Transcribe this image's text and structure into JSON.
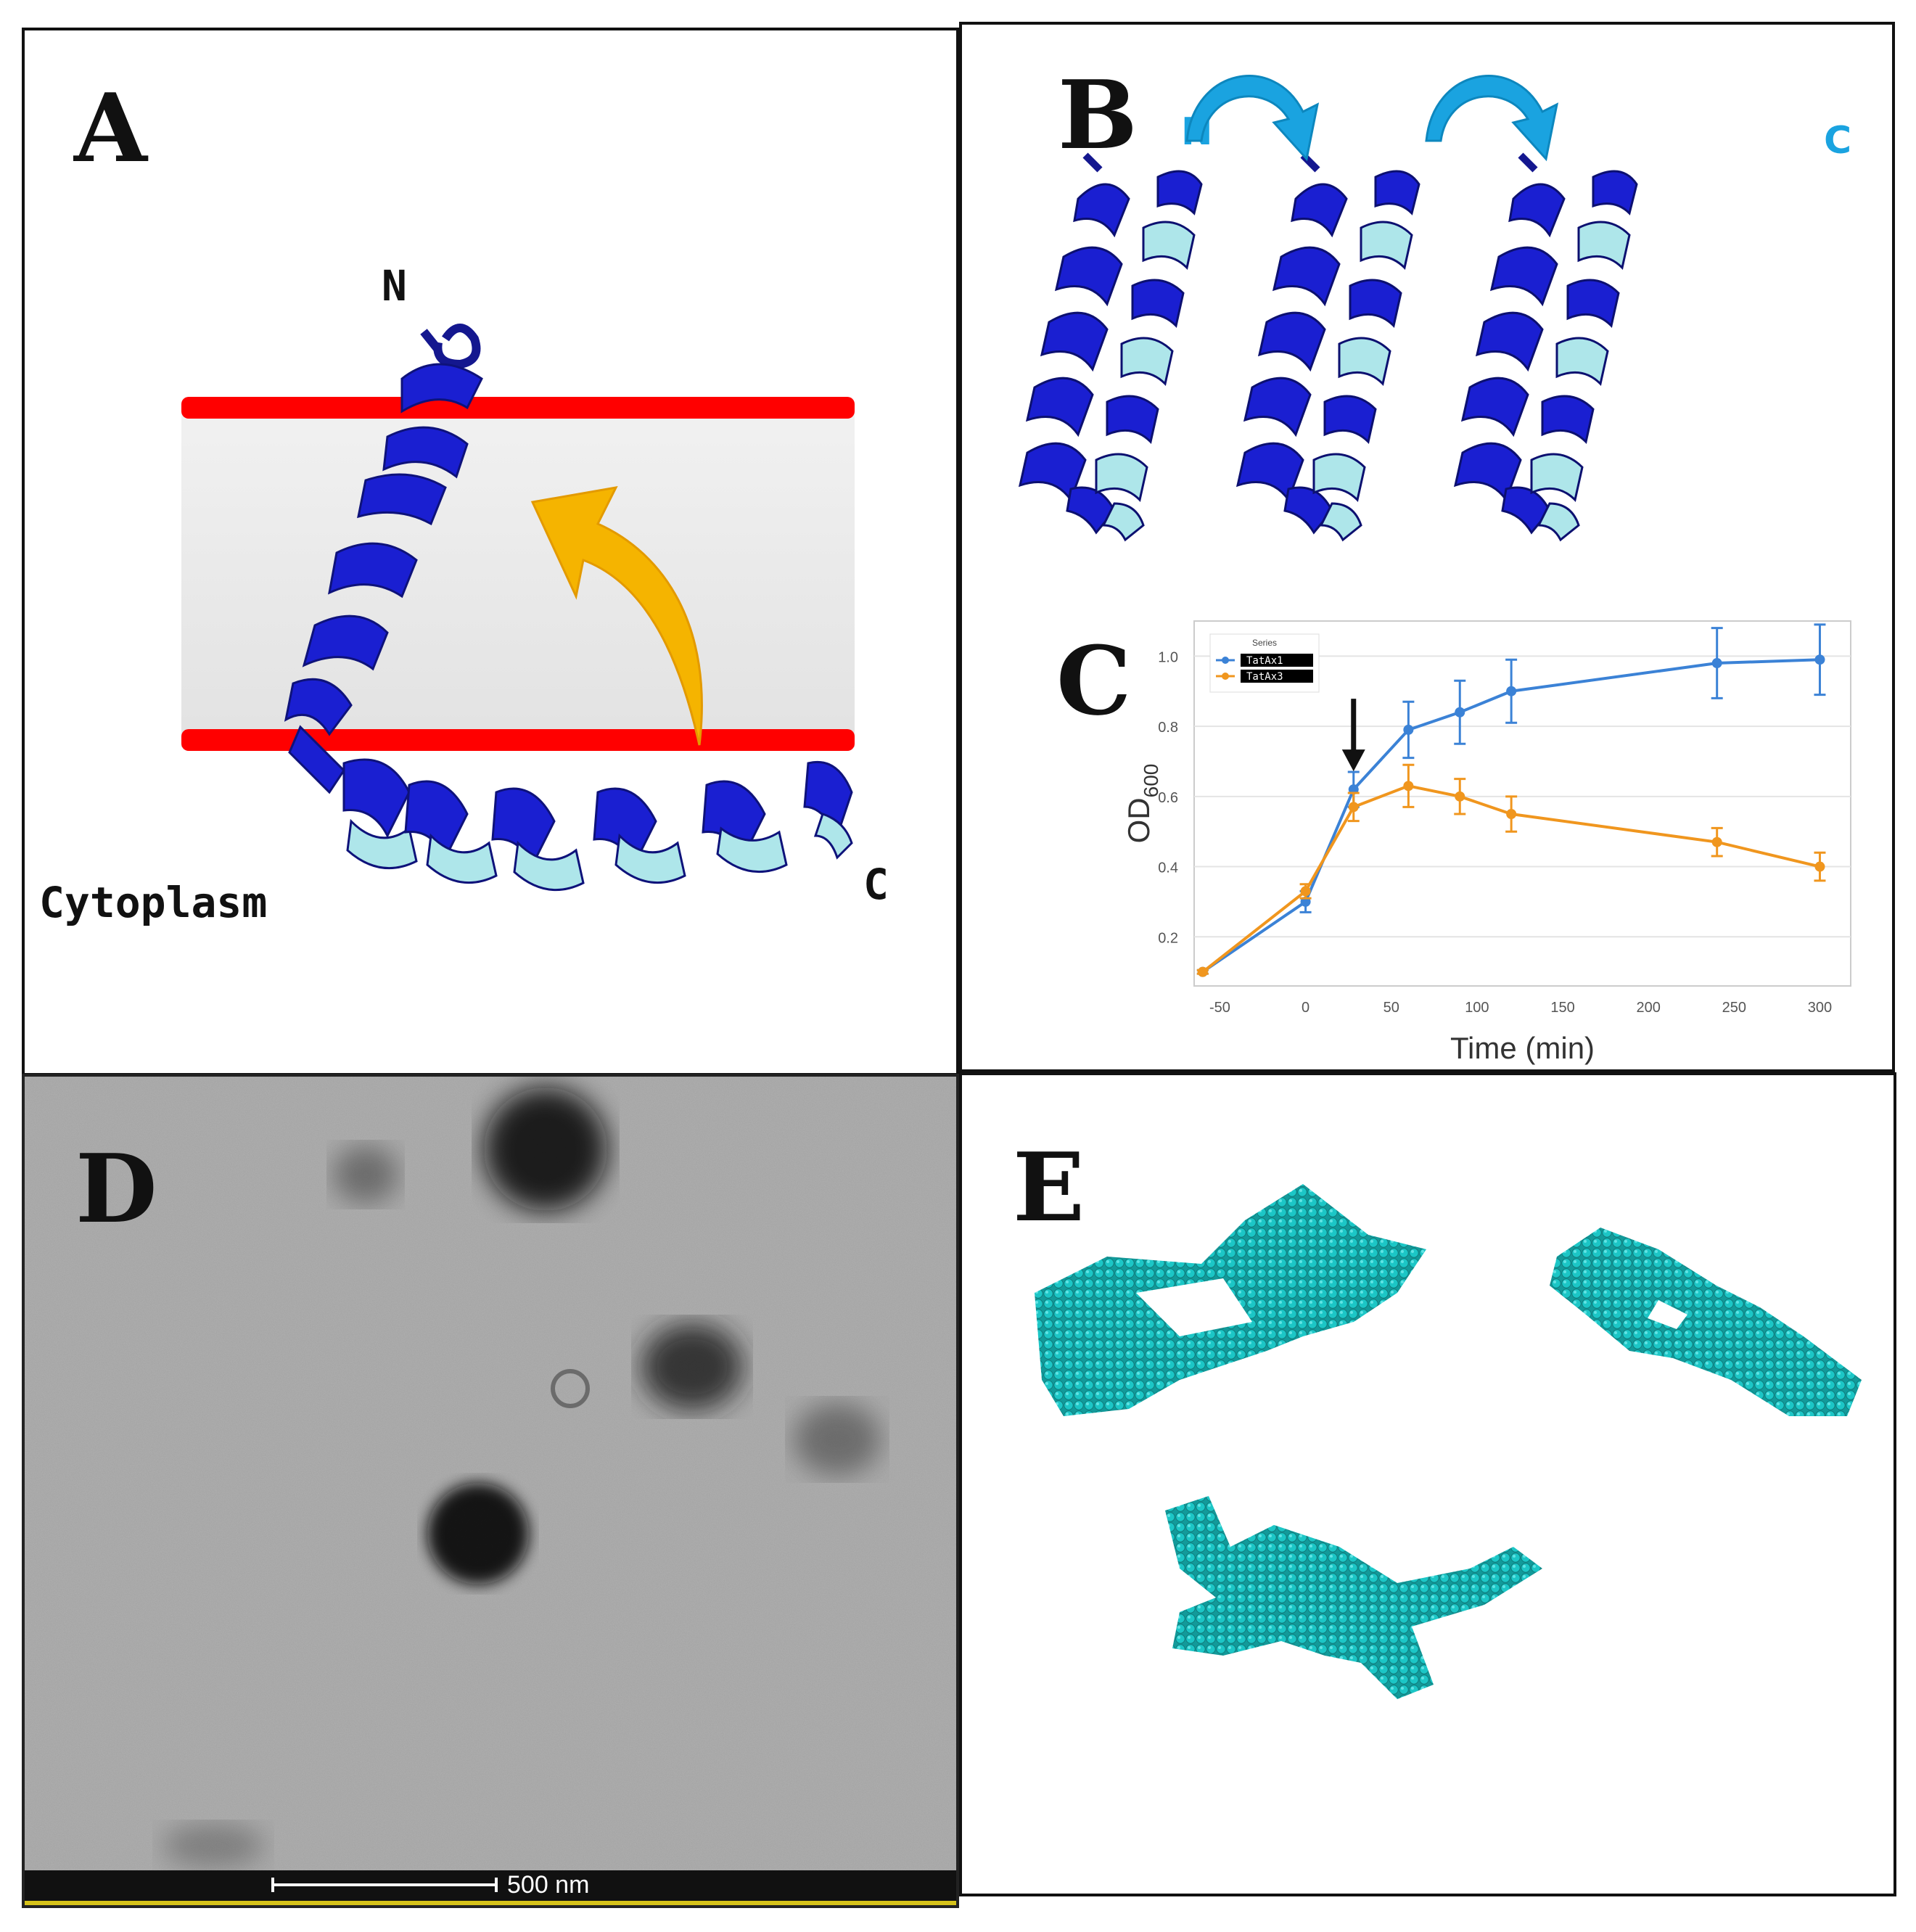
{
  "panel_a": {
    "label": "A",
    "n_terminus": "N",
    "c_terminus": "C",
    "region": "Cytoplasm",
    "colors": {
      "membrane": "#ff0000",
      "helix": "#1a1fd1",
      "helix_light": "#aee6ea",
      "arrow": "#f5b400"
    }
  },
  "panel_b": {
    "label": "B",
    "n_terminus": "N",
    "c_terminus": "C",
    "colors": {
      "helix": "#1a1fd1",
      "helix_light": "#aee6ea",
      "arrow": "#1aa3e0",
      "terminus": "#1aa3e0"
    }
  },
  "panel_c": {
    "label": "C"
  },
  "panel_d": {
    "label": "D",
    "scale_bar": "500 nm"
  },
  "panel_e": {
    "label": "E",
    "colors": {
      "bead": "#1cc6c6"
    }
  },
  "chart_data": {
    "type": "line",
    "title": "",
    "xlabel": "Time (min)",
    "ylabel_main": "OD",
    "ylabel_sub": "600",
    "legend_title": "Series",
    "legend_position": "top-left",
    "grid": true,
    "xlim": [
      -65,
      318
    ],
    "ylim": [
      0.06,
      1.1
    ],
    "xticks": [
      -50,
      0,
      50,
      100,
      150,
      200,
      250,
      300
    ],
    "yticks": [
      0.2,
      0.4,
      0.6,
      0.8,
      1.0
    ],
    "ytick_labels": [
      "0.2",
      "0.4",
      "0.6",
      "0.8",
      "1.0"
    ],
    "annotation": {
      "type": "arrow",
      "x": 28,
      "y": 0.62
    },
    "series": [
      {
        "name": "TatAx1",
        "color": "#3b82d6",
        "x": [
          -60,
          0,
          28,
          60,
          90,
          120,
          240,
          300
        ],
        "y": [
          0.1,
          0.3,
          0.62,
          0.79,
          0.84,
          0.9,
          0.98,
          0.99
        ],
        "err": [
          0.005,
          0.03,
          0.05,
          0.08,
          0.09,
          0.09,
          0.1,
          0.1
        ]
      },
      {
        "name": "TatAx3",
        "color": "#f0961e",
        "x": [
          -60,
          0,
          28,
          60,
          90,
          120,
          240,
          300
        ],
        "y": [
          0.1,
          0.33,
          0.57,
          0.63,
          0.6,
          0.55,
          0.47,
          0.4
        ],
        "err": [
          0.005,
          0.02,
          0.04,
          0.06,
          0.05,
          0.05,
          0.04,
          0.04
        ]
      }
    ]
  }
}
